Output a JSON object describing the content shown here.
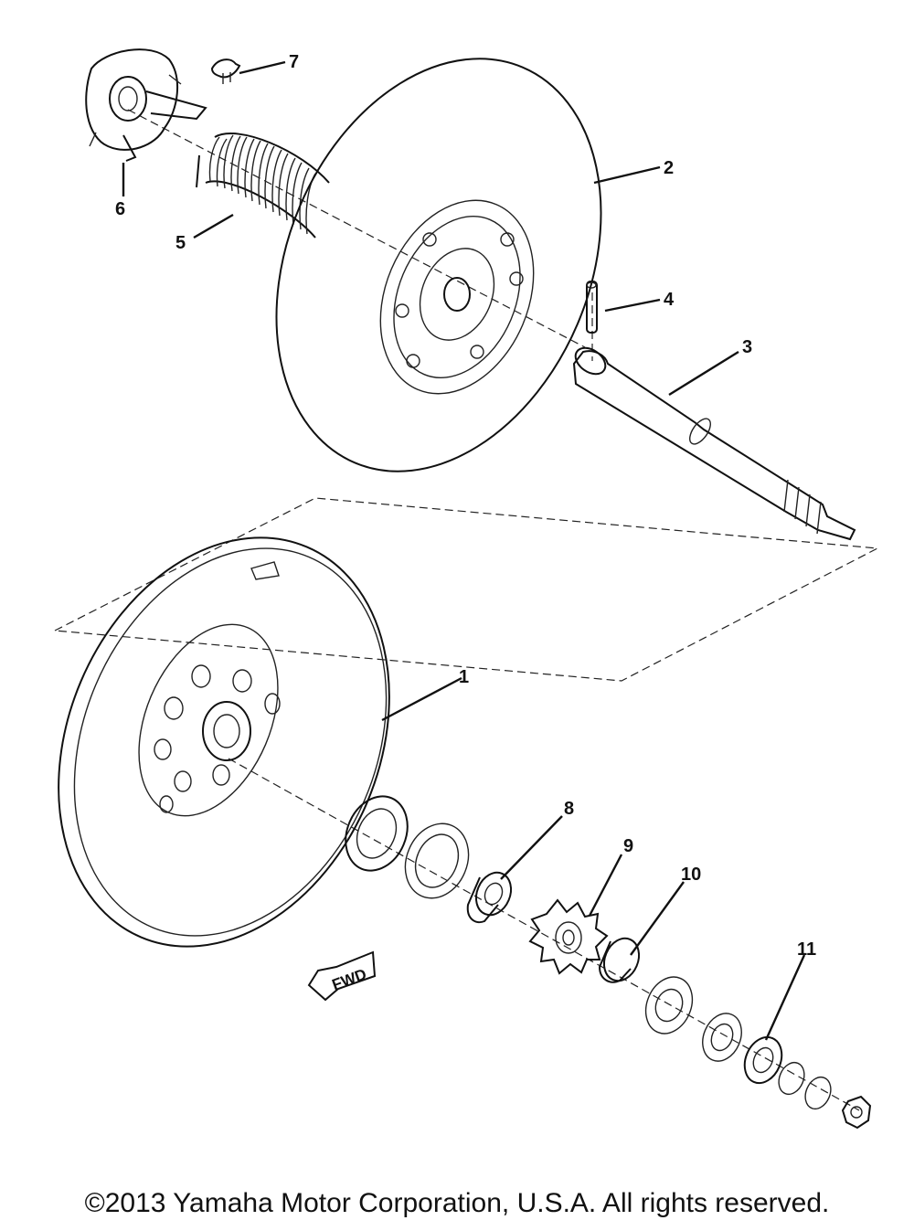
{
  "diagram": {
    "callouts": [
      {
        "id": "1",
        "label": "1"
      },
      {
        "id": "2",
        "label": "2"
      },
      {
        "id": "3",
        "label": "3"
      },
      {
        "id": "4",
        "label": "4"
      },
      {
        "id": "5",
        "label": "5"
      },
      {
        "id": "6",
        "label": "6"
      },
      {
        "id": "7",
        "label": "7"
      },
      {
        "id": "8",
        "label": "8"
      },
      {
        "id": "9",
        "label": "9"
      },
      {
        "id": "10",
        "label": "10"
      },
      {
        "id": "11",
        "label": "11"
      }
    ],
    "fwd_label": "FWD"
  },
  "footer": {
    "copyright": "©2013 Yamaha Motor Corporation, U.S.A. All rights reserved."
  }
}
